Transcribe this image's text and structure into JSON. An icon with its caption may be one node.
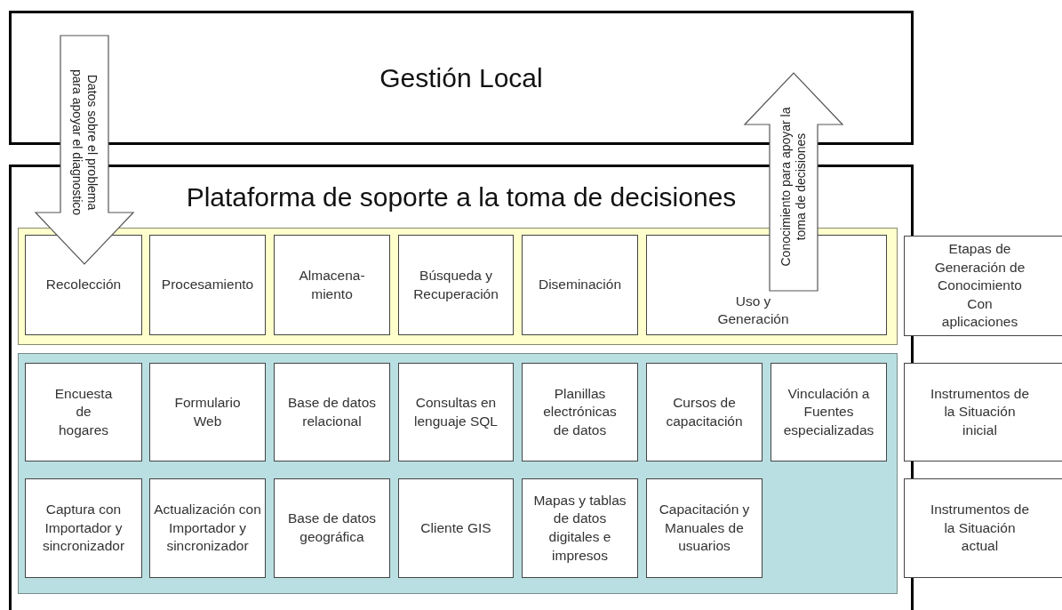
{
  "diagram": {
    "nodes": [
      {
        "text": [
          "Gestión Local"
        ]
      },
      {
        "text": [
          "Plataforma de soporte a la toma de decisiones"
        ]
      },
      {
        "text": [],
        "shape": "box",
        "in": 1
      },
      {
        "text": [
          "Recolección"
        ],
        "in": 2
      },
      {
        "text": [
          "Procesamiento"
        ],
        "in": 2
      },
      {
        "text": [
          "Almacena- miento"
        ],
        "in": 2
      },
      {
        "text": [
          "Búsqueda y Recuperación"
        ],
        "in": 2
      },
      {
        "text": [
          "Diseminación"
        ],
        "in": 2
      },
      {
        "text": [
          "Uso y Generación"
        ],
        "in": 2
      },
      {
        "text": [],
        "shape": "box",
        "in": 1
      },
      {
        "text": [
          "Encuesta de hogares"
        ],
        "in": 9
      },
      {
        "text": [
          "Formulario Web"
        ],
        "in": 9
      },
      {
        "text": [
          "Base de datos relacional"
        ],
        "in": 9
      },
      {
        "text": [
          "Consultas en lenguaje SQL"
        ],
        "in": 9
      },
      {
        "text": [
          "Planillas electrónicas de datos"
        ],
        "in": 9
      },
      {
        "text": [
          "Cursos de capacitación"
        ],
        "in": 9
      },
      {
        "text": [
          "Vinculación a Fuentes especializadas"
        ],
        "in": 9
      },
      {
        "text": [
          "Captura con Importador y sincronizador"
        ],
        "in": 9
      },
      {
        "text": [
          "Actualización con Importador y sincronizador"
        ],
        "in": 9
      },
      {
        "text": [
          "Base de datos geográfica"
        ],
        "in": 9
      },
      {
        "text": [
          "Cliente GIS"
        ],
        "in": 9
      },
      {
        "text": [
          "Mapas y tablas de datos digitales e impresos"
        ],
        "in": 9
      },
      {
        "text": [
          "Capacitación y Manuales de usuarios"
        ],
        "in": 9
      },
      {
        "text": [
          "Etapas de Generación de Conocimiento Con aplicaciones"
        ]
      },
      {
        "text": [
          "Instrumentos de la Situación inicial"
        ]
      },
      {
        "text": [
          "Instrumentos de la Situación actual"
        ]
      }
    ],
    "edges": [
      {
        "from": 0,
        "to": 3,
        "arrow": "to",
        "style": "thick",
        "label": "Datos sobre el problema para apoyar el diagnostico"
      },
      {
        "from": 8,
        "to": 0,
        "arrow": "to",
        "style": "thick",
        "label": "Conocimiento para apoyar la toma de decisiones"
      }
    ]
  }
}
